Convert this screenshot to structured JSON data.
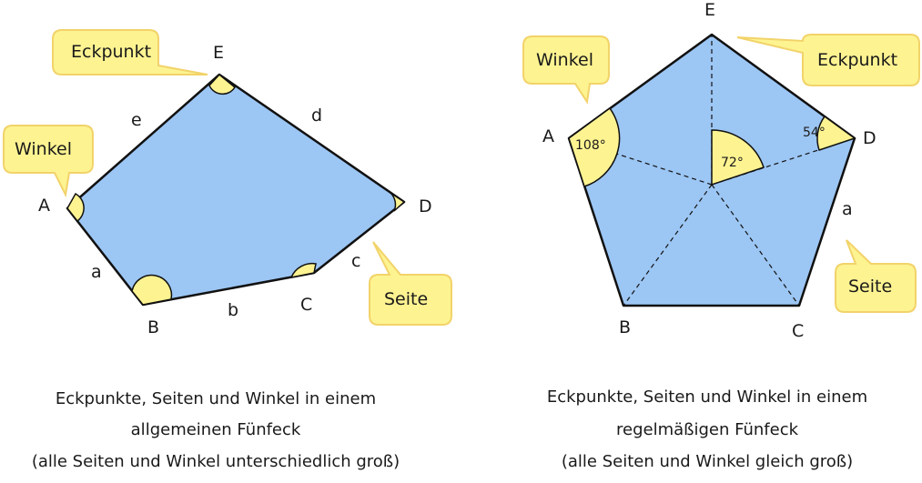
{
  "left": {
    "vertices": [
      "A",
      "B",
      "C",
      "D",
      "E"
    ],
    "sides": [
      "a",
      "b",
      "c",
      "d",
      "e"
    ],
    "callouts": {
      "corner": "Eckpunkt",
      "angle": "Winkel",
      "side": "Seite"
    },
    "caption": [
      "Eckpunkte, Seiten und Winkel in einem",
      "allgemeinen Fünfeck",
      "(alle Seiten und Winkel unterschiedlich groß)"
    ]
  },
  "right": {
    "vertices": [
      "A",
      "B",
      "C",
      "D",
      "E"
    ],
    "sides": [
      "a"
    ],
    "angles": {
      "interior": "108°",
      "center": "72°",
      "half": "54°"
    },
    "callouts": {
      "corner": "Eckpunkt",
      "angle": "Winkel",
      "side": "Seite"
    },
    "caption": [
      "Eckpunkte, Seiten und Winkel in einem",
      "regelmäßigen Fünfeck",
      "(alle Seiten und Winkel gleich groß)"
    ]
  },
  "colors": {
    "polygon_fill": "#9cc6f4",
    "angle_fill": "#fdf391",
    "callout_fill": "#fdf391",
    "callout_stroke": "#f2d36a",
    "stroke": "#111111"
  }
}
